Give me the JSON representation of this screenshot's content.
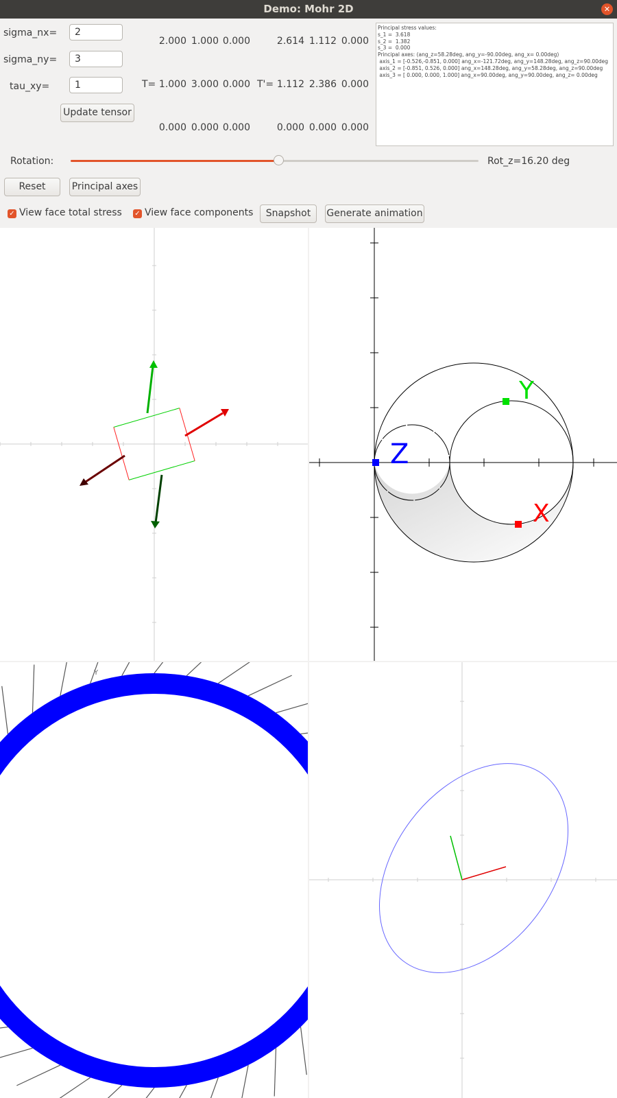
{
  "window": {
    "title": "Demo: Mohr 2D",
    "close_glyph": "✕"
  },
  "inputs": {
    "sigma_nx_label": "sigma_nx=",
    "sigma_nx_value": "2",
    "sigma_ny_label": "sigma_ny=",
    "sigma_ny_value": "3",
    "tau_xy_label": "tau_xy=",
    "tau_xy_value": "1",
    "update_button": "Update tensor"
  },
  "tensor_T": {
    "label": "T=",
    "rows": [
      [
        "2.000",
        "1.000",
        "0.000"
      ],
      [
        "1.000",
        "3.000",
        "0.000"
      ],
      [
        "0.000",
        "0.000",
        "0.000"
      ]
    ]
  },
  "tensor_Tp": {
    "label": "T'=",
    "rows": [
      [
        "2.614",
        "1.112",
        "0.000"
      ],
      [
        "1.112",
        "2.386",
        "0.000"
      ],
      [
        "0.000",
        "0.000",
        "0.000"
      ]
    ]
  },
  "info_text": "Principal stress values:\ns_1 =  3.618\ns_2 =  1.382\ns_3 =  0.000\nPrincipal axes: (ang_z=58.28deg, ang_y=-90.00deg, ang_x= 0.00deg)\n axis_1 = [-0.526,-0.851, 0.000] ang_x=-121.72deg, ang_y=148.28deg, ang_z=90.00deg\n axis_2 = [-0.851, 0.526, 0.000] ang_x=148.28deg, ang_y=58.28deg, ang_z=90.00deg\n axis_3 = [ 0.000, 0.000, 1.000] ang_x=90.00deg, ang_y=90.00deg, ang_z= 0.00deg",
  "rotation": {
    "label": "Rotation:",
    "value_text": "Rot_z=16.20 deg",
    "fraction": 0.51
  },
  "buttons": {
    "reset": "Reset",
    "principal_axes": "Principal axes",
    "snapshot": "Snapshot",
    "generate_animation": "Generate animation"
  },
  "checkboxes": {
    "total_stress": "View face total stress",
    "components": "View face components",
    "checked_glyph": "✓"
  },
  "mohr": {
    "labels": {
      "x": "X",
      "y": "Y",
      "z": "Z"
    }
  },
  "colors": {
    "accent": "#e2542a",
    "x_red": "#ff0000",
    "y_green": "#00e000",
    "z_blue": "#0000ff"
  },
  "panel3d": {
    "axis_letter": "Y"
  }
}
